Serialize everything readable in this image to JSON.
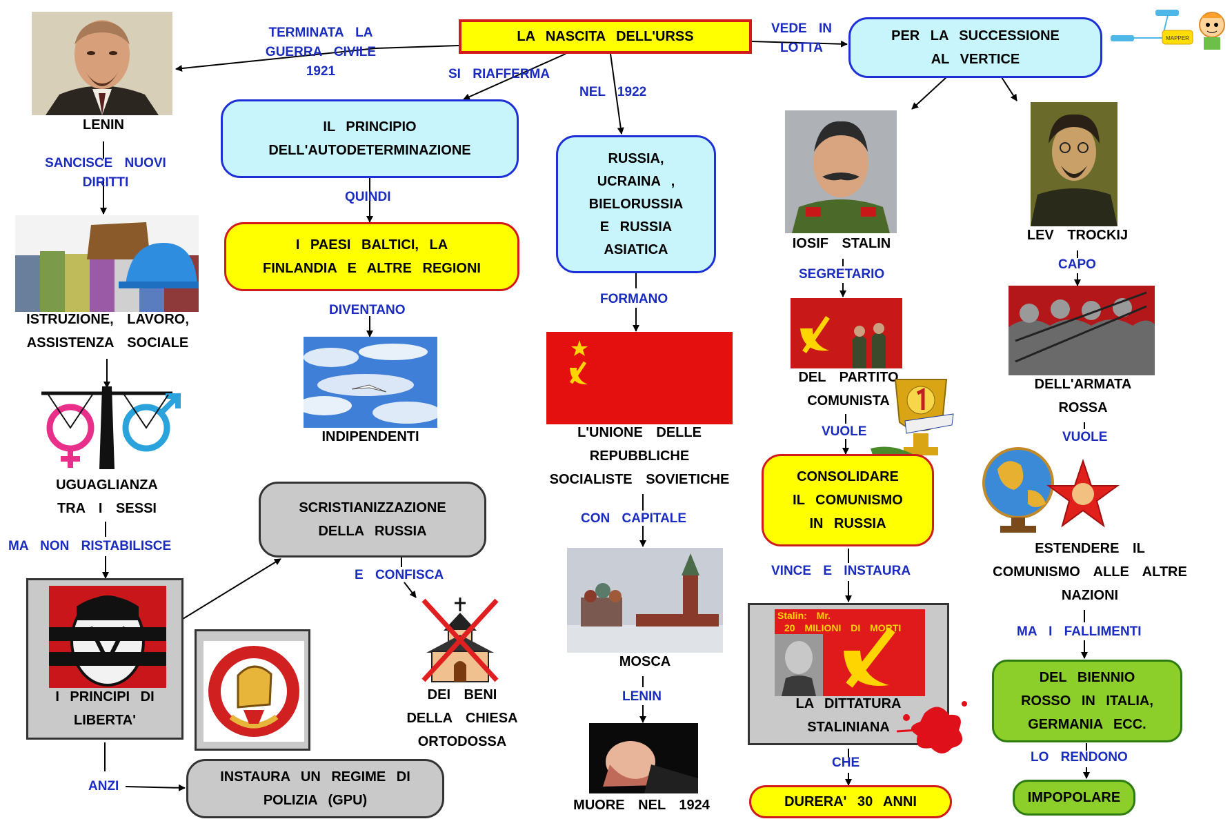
{
  "title": "LA   NASCITA   DELL'URSS",
  "nodes": {
    "principio": [
      "IL   PRINCIPIO",
      "DELL'AUTODETERMINAZIONE"
    ],
    "paesi": [
      "I  PAESI   BALTICI,   LA",
      "FINLANDIA   E   ALTRE   REGIONI"
    ],
    "russia": [
      "RUSSIA,",
      "UCRAINA   ,",
      "BIELORUSSIA",
      "E   RUSSIA",
      "ASIATICA"
    ],
    "successione": [
      "PER   LA    SUCCESSIONE",
      "AL   VERTICE"
    ],
    "scristianizzazione": [
      "SCRISTIANIZZAZIONE",
      "DELLA   RUSSIA"
    ],
    "principi_liberta": [
      "I  PRINCIPI   DI",
      "LIBERTA'"
    ],
    "polizia": [
      "INSTAURA   UN  REGIME   DI",
      "POLIZIA   (GPU)"
    ],
    "consolidare": [
      "CONSOLIDARE",
      "IL   COMUNISMO",
      "IN   RUSSIA"
    ],
    "dittatura": [
      "LA   DITTATURA",
      "STALINIANA"
    ],
    "durera": "DURERA'   30   ANNI",
    "biennio": [
      "DEL   BIENNIO",
      "ROSSO   IN   ITALIA,",
      "GERMANIA   ECC."
    ],
    "impopolare": "IMPOPOLARE"
  },
  "captions": {
    "lenin": "LENIN",
    "istruzione": [
      "ISTRUZIONE,        LAVORO,",
      "ASSISTENZA       SOCIALE"
    ],
    "uguaglianza": [
      "UGUAGLIANZA",
      "TRA  I  SESSI"
    ],
    "indipendenti": "INDIPENDENTI",
    "unione": [
      "L'UNIONE      DELLE",
      "REPUBBLICHE",
      "SOCIALISTE     SOVIETICHE"
    ],
    "mosca": "MOSCA",
    "muore": "MUORE    NEL    1924",
    "chiesa": [
      "DEI   BENI",
      "DELLA     CHIESA",
      "ORTODOSSA"
    ],
    "stalin": "IOSIF    STALIN",
    "partito": [
      "DEL    PARTITO",
      "COMUNISTA"
    ],
    "trockij": "LEV    TROCKIJ",
    "armata": [
      "DELL'ARMATA",
      "ROSSA"
    ],
    "estendere": [
      "ESTENDERE     IL",
      "COMUNISMO     ALLE     ALTRE",
      "NAZIONI"
    ]
  },
  "links": {
    "terminata": [
      "TERMINATA    LA",
      "GUERRA   CIVILE",
      "1921"
    ],
    "si_riafferma": "SI   RIAFFERMA",
    "nel_1922": "NEL   1922",
    "vede_in_lotta": [
      "VEDE   IN",
      "LOTTA"
    ],
    "sancisce": [
      "SANCISCE     NUOVI",
      "DIRITTI"
    ],
    "quindi": "QUINDI",
    "diventano": "DIVENTANO",
    "formano": "FORMANO",
    "con_capitale": "CON    CAPITALE",
    "lenin_link": "LENIN",
    "ma_non": "MA   NON     RISTABILISCE",
    "e_confisca": "E   CONFISCA",
    "anzi": "ANZI",
    "segretario": "SEGRETARIO",
    "vuole1": "VUOLE",
    "vince": "VINCE   E   INSTAURA",
    "che": "CHE",
    "capo": "CAPO",
    "vuole2": "VUOLE",
    "ma_i_fallimenti": "MA  I    FALLIMENTI",
    "lo_rendono": "LO    RENDONO"
  },
  "image_text": {
    "stalin_poster": [
      "Stalin: Mr.",
      "20 MILIONI DI MORTI"
    ],
    "mapper_logo": "MAPPER"
  },
  "colors": {
    "link_text": "#1a2bbf",
    "cyan_fill": "#c8f5fb",
    "yellow_fill": "#ffff00",
    "gray_fill": "#c9c9c9",
    "green_fill": "#8dcf2a",
    "soviet_red": "#e41010"
  }
}
